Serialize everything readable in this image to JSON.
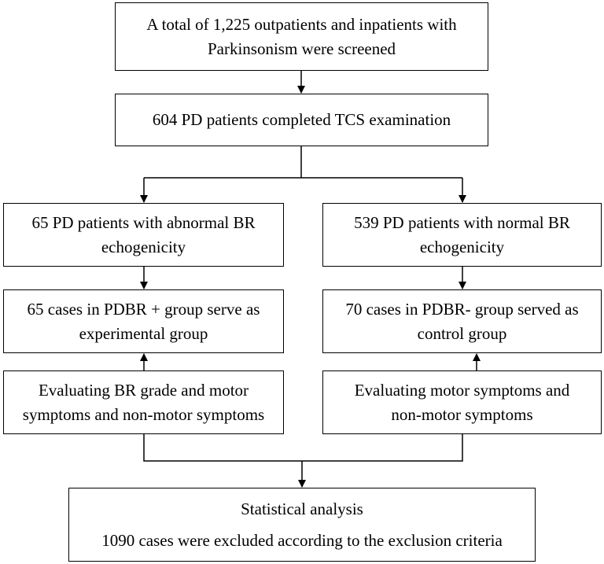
{
  "diagram": {
    "boxes": {
      "screened": {
        "line1": "A total of 1,225 outpatients and inpatients with",
        "line2": "Parkinsonism were screened"
      },
      "tcs_completed": {
        "line1": "604 PD patients completed TCS examination"
      },
      "abnormal_br": {
        "line1": "65 PD patients with abnormal BR",
        "line2": "echogenicity"
      },
      "normal_br": {
        "line1": "539 PD patients with normal BR",
        "line2": "echogenicity"
      },
      "experimental_group": {
        "line1": "65 cases in PDBR + group serve as",
        "line2": "experimental group"
      },
      "control_group": {
        "line1": "70 cases in PDBR- group served as",
        "line2": "control group"
      },
      "eval_experimental": {
        "line1": "Evaluating BR grade and motor",
        "line2": "symptoms and non-motor symptoms"
      },
      "eval_control": {
        "line1": "Evaluating motor symptoms and",
        "line2": "non-motor symptoms"
      },
      "statistical": {
        "line1": "Statistical analysis",
        "line2": "1090 cases were excluded according to the exclusion criteria"
      }
    },
    "colors": {
      "stroke": "#000000",
      "background": "#ffffff"
    }
  }
}
